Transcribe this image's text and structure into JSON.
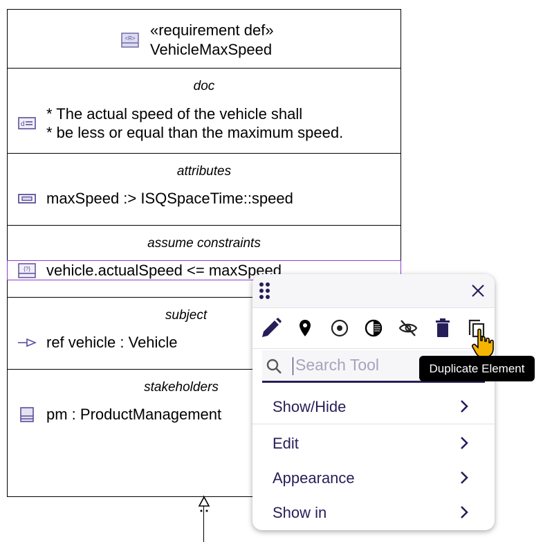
{
  "node": {
    "stereotype": "«requirement def»",
    "name": "VehicleMaxSpeed",
    "icon": "requirement-def-icon",
    "compartments": [
      {
        "title": "doc",
        "icon": "documentation-icon",
        "lines": [
          "* The actual speed of the vehicle shall",
          "* be less or equal than the maximum speed."
        ]
      },
      {
        "title": "attributes",
        "icon": "attribute-icon",
        "items": [
          "maxSpeed :> ISQSpaceTime::speed"
        ]
      },
      {
        "title": "assume constraints",
        "icon": "constraint-icon",
        "items": [
          "vehicle.actualSpeed <= maxSpeed"
        ],
        "selected": true
      },
      {
        "title": "subject",
        "icon": "subject-icon",
        "items": [
          "ref vehicle : Vehicle"
        ]
      },
      {
        "title": "stakeholders",
        "icon": "part-icon",
        "items": [
          "pm : ProductManagement"
        ]
      }
    ]
  },
  "palette": {
    "drag_icon": "drag-handle-icon",
    "close_icon": "close-icon",
    "tools": [
      {
        "name": "edit-tool",
        "icon": "pencil-icon"
      },
      {
        "name": "pin-tool",
        "icon": "map-pin-icon"
      },
      {
        "name": "focus-tool",
        "icon": "target-icon"
      },
      {
        "name": "appearance-tool",
        "icon": "contrast-icon"
      },
      {
        "name": "hide-tool",
        "icon": "eye-off-icon"
      },
      {
        "name": "delete-tool",
        "icon": "trash-icon"
      },
      {
        "name": "duplicate-tool",
        "icon": "copy-icon"
      }
    ],
    "search": {
      "placeholder": "Search Tool",
      "value": ""
    },
    "menu": [
      {
        "label": "Show/Hide"
      },
      {
        "label": "Edit"
      },
      {
        "label": "Appearance"
      },
      {
        "label": "Show in"
      }
    ],
    "tooltip": "Duplicate Element"
  },
  "colors": {
    "accent": "#261e58",
    "icon": "#5b4e9c",
    "selection": "#8a3ccf",
    "cursor": "#f5b400"
  }
}
